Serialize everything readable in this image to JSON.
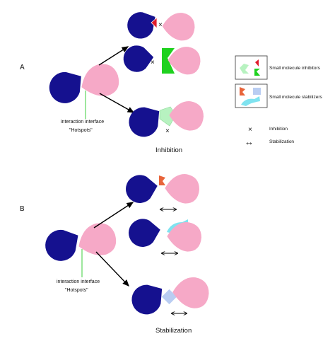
{
  "colors": {
    "protein_blue": "#15118f",
    "protein_pink": "#f6a9c7",
    "inhibitor_red": "#e01b2b",
    "inhibitor_green": "#1fd11f",
    "inhibitor_lightgreen": "#b7f2c0",
    "stabilizer_orange": "#e8643a",
    "stabilizer_lightblue": "#b9cdf2",
    "stabilizer_cyan": "#7fe3f0",
    "interface_line": "#3bcf3b",
    "arrow": "#000000"
  },
  "panel_a": {
    "label": "A",
    "interface_label_line1": "interaction interface",
    "interface_label_line2": "\"Hotspots\"",
    "caption": "Inhibition",
    "outcome_symbol": "×"
  },
  "panel_b": {
    "label": "B",
    "interface_label_line1": "interaction interface",
    "interface_label_line2": "\"Hotspots\"",
    "caption": "Stabilization",
    "outcome_symbol": "↔"
  },
  "legend": {
    "inhibitors_label": "Small molecule inhibitors",
    "stabilizers_label": "Small molecule stabilizers",
    "inhibition_symbol": "×",
    "inhibition_label": "Inhibition",
    "stabilization_symbol": "↔",
    "stabilization_label": "Stabilization"
  },
  "icons": [
    "blue-protein-icon",
    "pink-protein-icon",
    "inhibition-x-icon",
    "stabilization-arrow-icon",
    "arrow-icon"
  ]
}
